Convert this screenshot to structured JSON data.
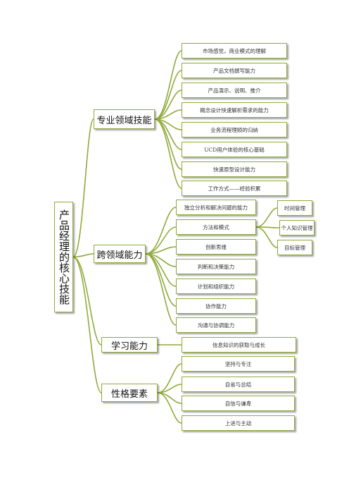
{
  "root": {
    "label": "产品经理的核心技能"
  },
  "categories": [
    {
      "label": "专业领域技能",
      "items": [
        "市场感觉，商业模式的理解",
        "产品文档撰写能力",
        "产品演示、说明、推介",
        "概念设计快速解析需求的能力",
        "业务流程理顺的归纳",
        "UCD用户体验的核心基础",
        "快速原型设计能力",
        "工作方式——经验积累"
      ]
    },
    {
      "label": "跨领域能力",
      "items": [
        "独立分析和解决问题的能力",
        "方法和模式",
        "创新思维",
        "判断和决策能力",
        "计划和组织能力",
        "协作能力",
        "沟通与协调能力"
      ],
      "sub_items": [
        "时间管理",
        "个人知识管理",
        "目标管理"
      ]
    },
    {
      "label": "学习能力",
      "items": [
        "信息知识的获取与成长"
      ]
    },
    {
      "label": "性格要素",
      "items": [
        "坚持与专注",
        "自省与总结",
        "自信与谦卑",
        "上进与主动"
      ]
    }
  ],
  "colors": {
    "line": "#8faa3c",
    "border": "#8faa3c",
    "background": "#ffffff"
  }
}
